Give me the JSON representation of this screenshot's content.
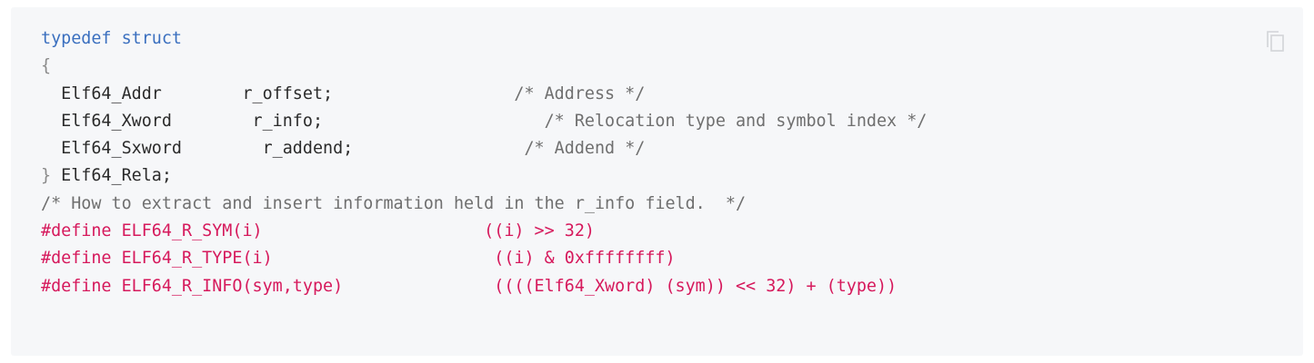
{
  "code_block": {
    "copy_icon": "copy-icon",
    "lines": [
      {
        "parts": [
          {
            "cls": "kw",
            "text": "typedef struct"
          }
        ]
      },
      {
        "parts": [
          {
            "cls": "punc",
            "text": "{"
          }
        ]
      },
      {
        "parts": [
          {
            "cls": "tx",
            "text": "  Elf64_Addr        r_offset;                  "
          },
          {
            "cls": "cm",
            "text": "/* Address */"
          }
        ]
      },
      {
        "parts": [
          {
            "cls": "tx",
            "text": "  Elf64_Xword        r_info;                      "
          },
          {
            "cls": "cm",
            "text": "/* Relocation type and symbol index */"
          }
        ]
      },
      {
        "parts": [
          {
            "cls": "tx",
            "text": "  Elf64_Sxword        r_addend;                 "
          },
          {
            "cls": "cm",
            "text": "/* Addend */"
          }
        ]
      },
      {
        "parts": [
          {
            "cls": "punc",
            "text": "}"
          },
          {
            "cls": "tx",
            "text": " Elf64_Rela;"
          }
        ]
      },
      {
        "parts": [
          {
            "cls": "cm",
            "text": "/* How to extract and insert information held in the r_info field.  */"
          }
        ]
      },
      {
        "parts": [
          {
            "cls": "pp",
            "text": "#define ELF64_R_SYM(i)                      ((i) >> 32)"
          }
        ]
      },
      {
        "parts": [
          {
            "cls": "pp",
            "text": "#define ELF64_R_TYPE(i)                      ((i) & 0xffffffff)"
          }
        ]
      },
      {
        "parts": [
          {
            "cls": "pp",
            "text": "#define ELF64_R_INFO(sym,type)               ((((Elf64_Xword) (sym)) << 32) + (type))"
          }
        ]
      }
    ]
  }
}
